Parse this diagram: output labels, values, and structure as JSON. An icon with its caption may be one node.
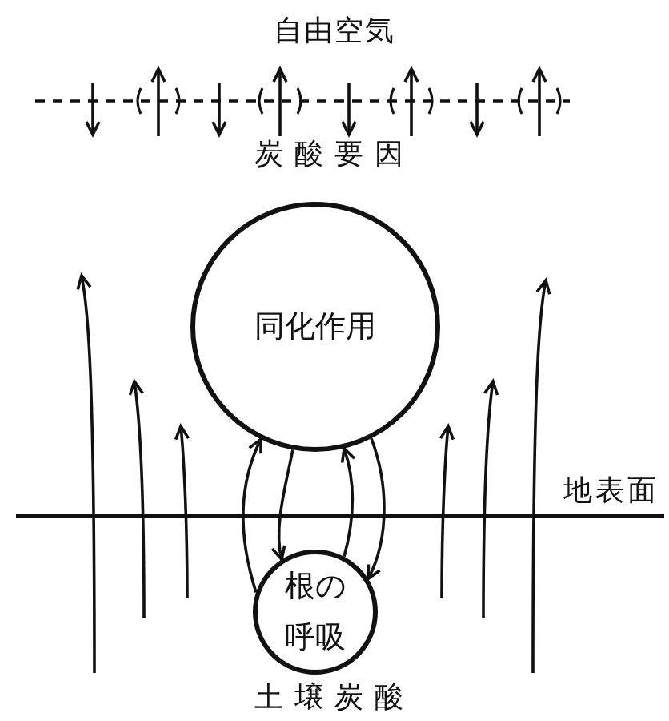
{
  "diagram": {
    "nodes": [
      {
        "text": [
          "同化作用"
        ]
      },
      {
        "text": [
          "根の呼吸"
        ]
      }
    ],
    "edges": [
      {
        "from": 1,
        "to": 0,
        "arrow": "to"
      },
      {
        "from": 0,
        "to": 1,
        "arrow": "to"
      },
      {
        "from": 1,
        "to": 0,
        "arrow": "to"
      },
      {
        "from": 0,
        "to": 1,
        "arrow": "to"
      }
    ],
    "labels": [
      "自由空気",
      "炭酸要因",
      "地表面",
      "土壌炭酸"
    ]
  }
}
